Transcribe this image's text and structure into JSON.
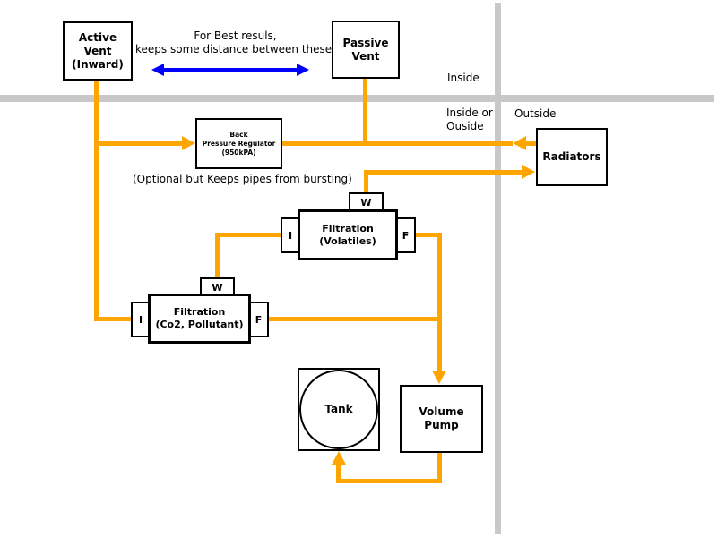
{
  "colors": {
    "pipe": "#FFA500",
    "divider": "#C8C8C8",
    "arrow": "#0000FF",
    "ink": "#000000",
    "bg": "#FFFFFF"
  },
  "regions": {
    "inside": "Inside",
    "inside_or_line1": "Inside or",
    "inside_or_line2": "Ouside",
    "outside": "Outside"
  },
  "notes": {
    "distance_line1": "For Best resuls,",
    "distance_line2": "keeps some distance between these.",
    "optional": "(Optional but Keeps pipes from bursting)"
  },
  "nodes": {
    "active_vent": {
      "line1": "Active",
      "line2": "Vent",
      "line3": "(Inward)"
    },
    "passive_vent": {
      "line1": "Passive",
      "line2": "Vent"
    },
    "back_pressure_regulator": {
      "line1": "Back",
      "line2": "Pressure Regulator",
      "line3": "(950kPA)"
    },
    "radiators": {
      "label": "Radiators"
    },
    "filtration_volatiles": {
      "line1": "Filtration",
      "line2": "(Volatiles)",
      "tab_w": "W",
      "tab_i": "I",
      "tab_f": "F"
    },
    "filtration_co2": {
      "line1": "Filtration",
      "line2": "(Co2, Pollutant)",
      "tab_w": "W",
      "tab_i": "I",
      "tab_f": "F"
    },
    "tank": {
      "label": "Tank"
    },
    "volume_pump": {
      "line1": "Volume",
      "line2": "Pump"
    }
  }
}
